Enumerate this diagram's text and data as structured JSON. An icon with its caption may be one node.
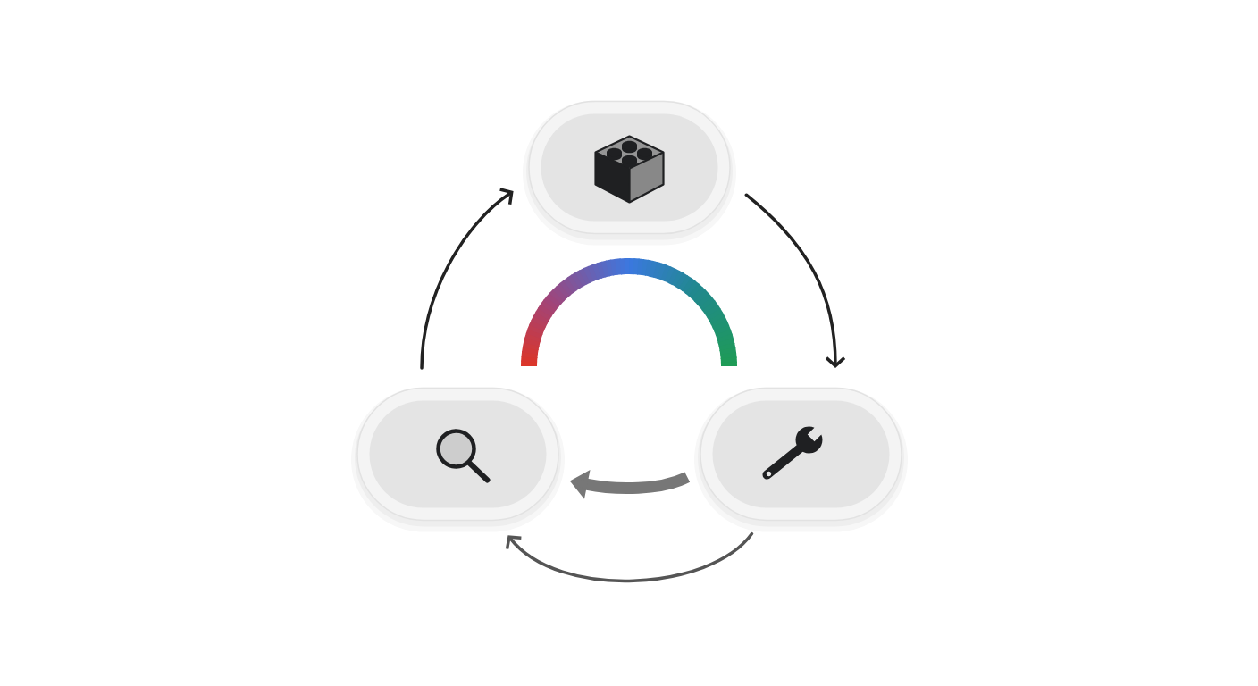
{
  "diagram": {
    "nodes": [
      {
        "text": [],
        "shape": "box"
      },
      {
        "text": [],
        "shape": "box"
      },
      {
        "text": [],
        "shape": "box"
      }
    ],
    "edges": [
      {
        "from": 0,
        "to": 2,
        "arrow": "to"
      },
      {
        "from": 2,
        "to": 1,
        "arrow": "to",
        "style": "thick",
        "color": "#777777"
      },
      {
        "from": 2,
        "to": 1,
        "arrow": "to",
        "color": "#555555"
      },
      {
        "from": 1,
        "to": 0,
        "arrow": "to"
      }
    ]
  }
}
